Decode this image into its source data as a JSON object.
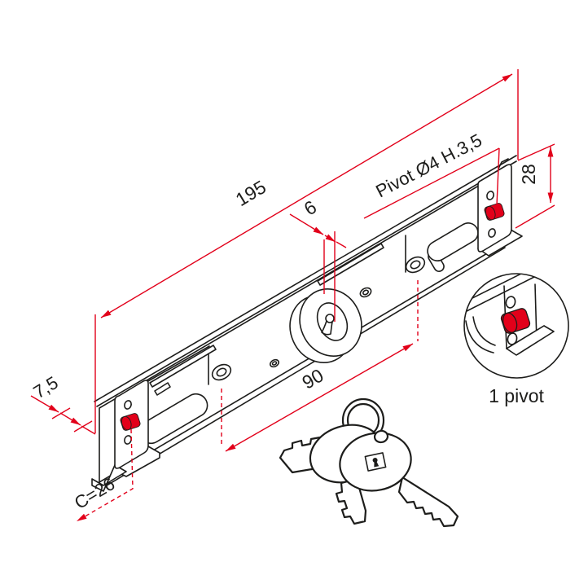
{
  "diagram": {
    "dimensions": {
      "total_length": "195",
      "cylinder_offset": "6",
      "height": "28",
      "fixing_distance": "90",
      "edge_offset": "7,5",
      "pivot_distance": "C=26"
    },
    "labels": {
      "pivot_spec": "Pivot Ø4 H.3,5",
      "detail_caption": "1 pivot"
    },
    "colors": {
      "dimension_red": "#e2001a",
      "line_black": "#1d1d1b",
      "background": "#ffffff"
    }
  }
}
